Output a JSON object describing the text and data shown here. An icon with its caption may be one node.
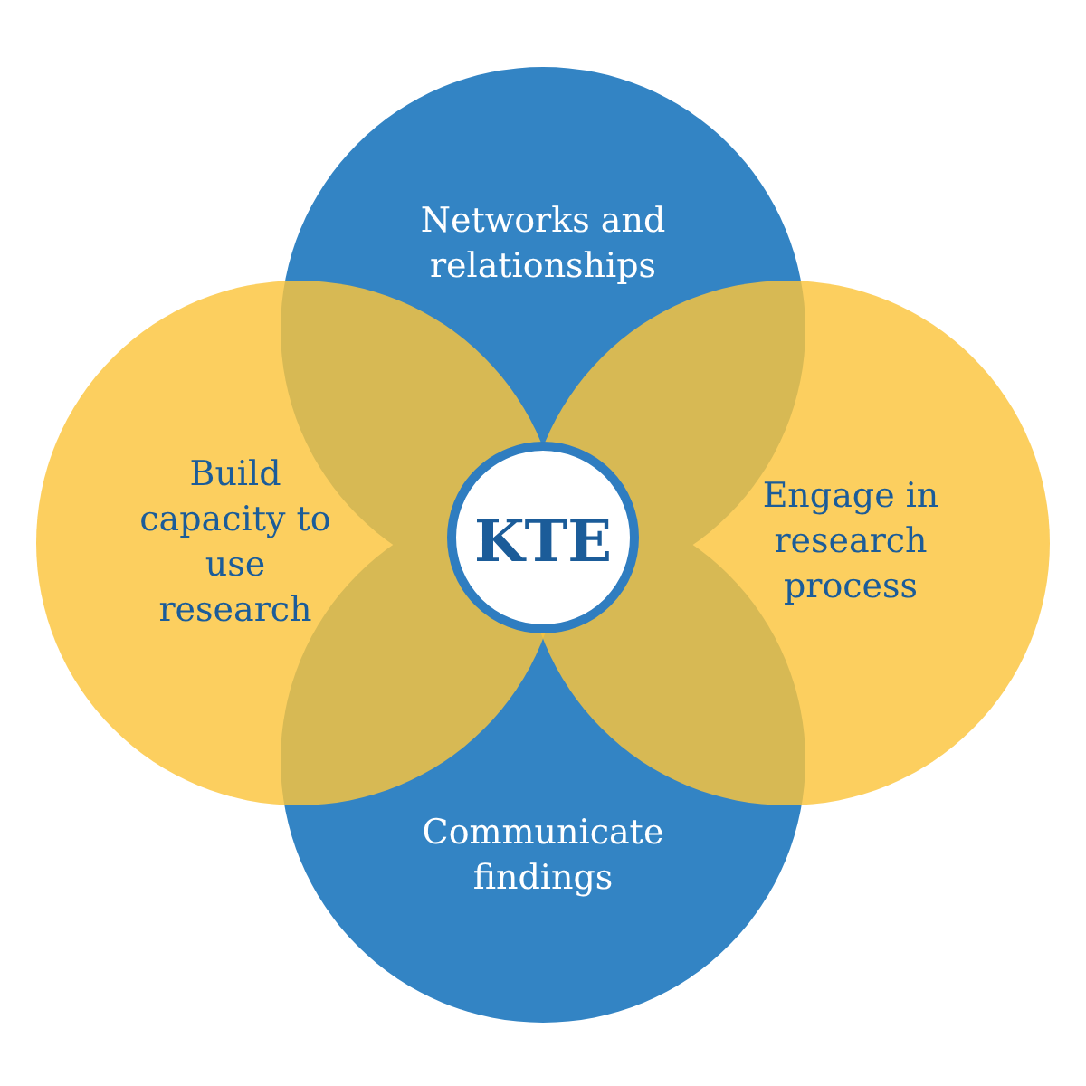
{
  "diagram": {
    "nodes": [
      {
        "text": [
          "Networks and relationships"
        ]
      },
      {
        "text": [
          "Build capacity to use research"
        ]
      },
      {
        "text": [
          "Engage in research process"
        ]
      },
      {
        "text": [
          "Communicate findings"
        ]
      },
      {
        "text": [
          "KTE"
        ]
      }
    ]
  }
}
